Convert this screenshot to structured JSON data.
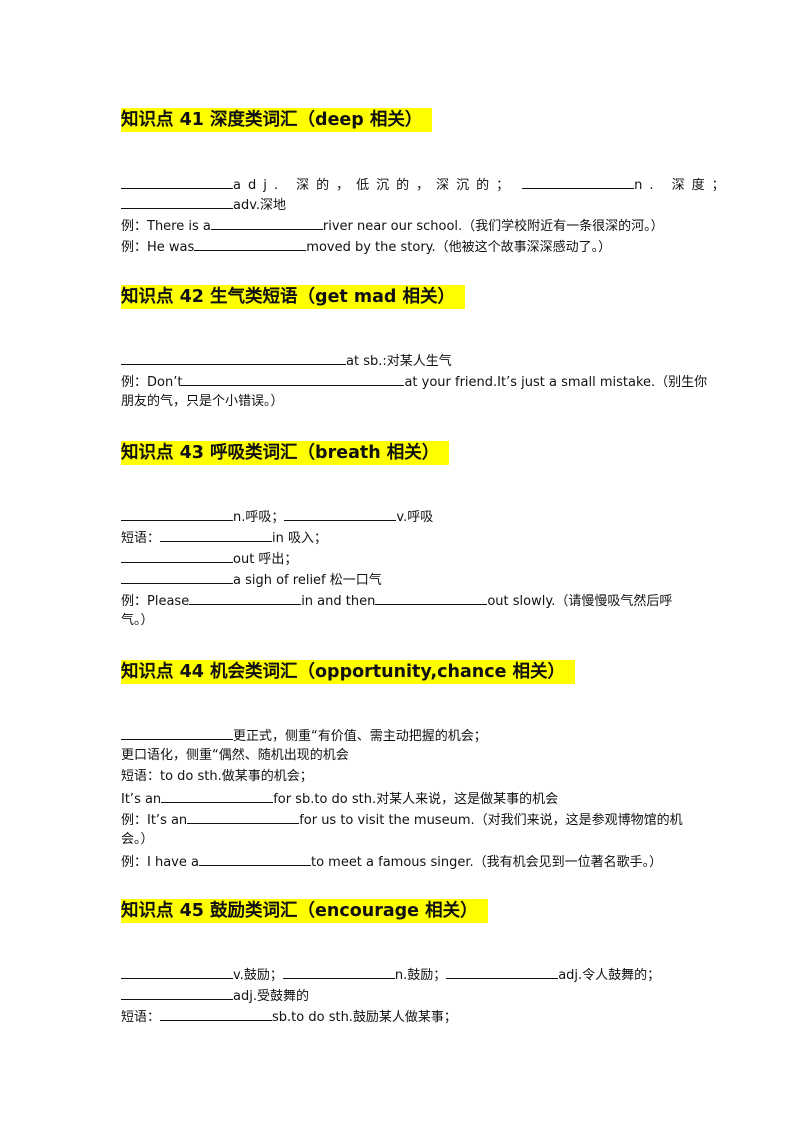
{
  "s41": {
    "title": "知识点 41 深度类词汇（deep 相关）",
    "l1a": "adj. 深的，低沉的，深沉的；",
    "l1b": "n. 深度；",
    "l2": "adv.深地",
    "ex1a": "例：There is a",
    "ex1b": "river near our school.（我们学校附近有一条很深的河。）",
    "ex2a": "例：He was",
    "ex2b": "moved by the story.（他被这个故事深深感动了。）"
  },
  "s42": {
    "title": "知识点 42 生气类短语（get mad 相关）",
    "l1": "at sb.:对某人生气",
    "ex1a": "例：Don’t",
    "ex1b": "at your friend.It’s just a small mistake.（别生你",
    "ex1c": "朋友的气，只是个小错误。）"
  },
  "s43": {
    "title": "知识点 43 呼吸类词汇（breath 相关）",
    "l1a": "n.呼吸；",
    "l1b": "v.呼吸",
    "l2a": "短语：",
    "l2b": "in 吸入；",
    "l3": "out 呼出；",
    "l4": "a sigh of relief 松一口气",
    "ex1a": "例：Please",
    "ex1b": "in and then",
    "ex1c": "out slowly.（请慢慢吸气然后呼",
    "ex1d": "气。）"
  },
  "s44": {
    "title": "知识点 44 机会类词汇（opportunity,chance 相关）",
    "l1": "更正式，侧重“有价值、需主动把握的机会；",
    "l2": "更口语化，侧重“偶然、随机出现的机会",
    "l3": "短语：to do sth.做某事的机会；",
    "l4a": "It’s an",
    "l4b": "for sb.to do sth.对某人来说，这是做某事的机会",
    "ex1a": "例：It’s an",
    "ex1b": "for us to visit the museum.（对我们来说，这是参观博物馆的机",
    "ex1c": "会。）",
    "ex2a": "例：I have a",
    "ex2b": "to meet a famous singer.（我有机会见到一位著名歌手。）"
  },
  "s45": {
    "title": "知识点 45 鼓励类词汇（encourage 相关）",
    "l1a": "v.鼓励；",
    "l1b": "n.鼓励；",
    "l1c": "adj.令人鼓舞的；",
    "l2": "adj.受鼓舞的",
    "l3a": "短语：",
    "l3b": "sb.to do sth.鼓励某人做某事；"
  }
}
